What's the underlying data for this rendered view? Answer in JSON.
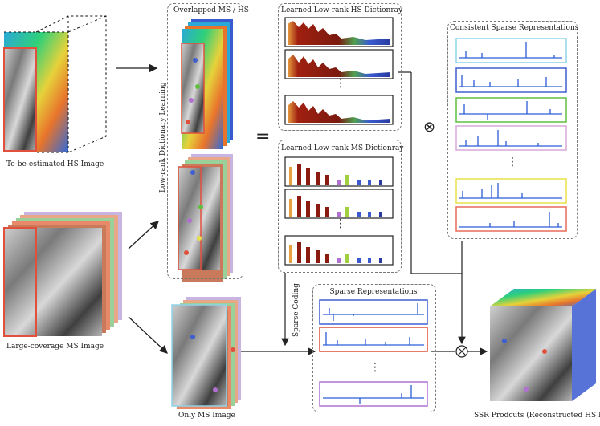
{
  "labels": {
    "hs_image": "To-be-estimated HS Image",
    "ms_image": "Large-coverage MS Image",
    "only_ms": "Only MS Image",
    "overlapped": "Overlapped MS / HS",
    "dict_learning": "Low-rank Dictionary Learning",
    "hs_dict": "Learned Low-rank HS Dictionray",
    "ms_dict": "Learned Low-rank MS Dictionray",
    "consistent": "Consistent Sparse Representations",
    "sparse_rep": "Sparse Representations",
    "sparse_coding": "Sparse Coding",
    "product": "SSR Prodcuts (Reconstructed HS Image)",
    "equals": "=",
    "otimes": "⊗",
    "dots": "⋮"
  },
  "colors": {
    "hs_dict_bar": "#8b1a10",
    "ms_dict_bar": "#8b1a10",
    "sparse_line": "#2b5cd6",
    "consistent_frames": [
      "#8fd3e8",
      "#3f5fd0",
      "#5fbf3f",
      "#d8a8d8",
      "#e8e04a",
      "#e86a5a"
    ],
    "sparse_frames": [
      "#3f5fd0",
      "#e0503c",
      "#b070d0"
    ]
  }
}
